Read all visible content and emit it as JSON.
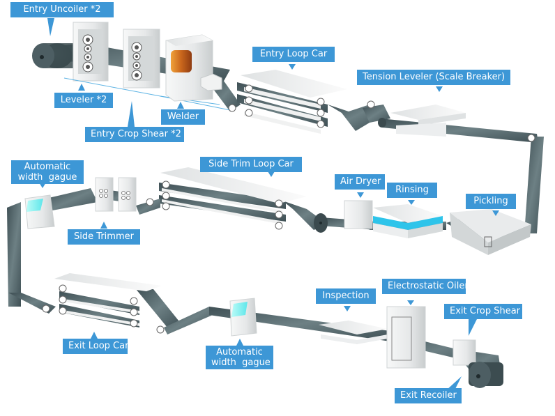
{
  "diagram": {
    "type": "process-flow",
    "subject": "Pickling line equipment layout",
    "colors": {
      "label_bg": "#3d97d6",
      "label_text": "#ffffff",
      "strip": "#4a5b60",
      "machine": "#eef0f1",
      "welder_window": "#d77b24",
      "rinse_water": "#2ec4ea",
      "gauge_screen": "#7ff0ee"
    },
    "labels": {
      "entry_uncoiler": "Entry Uncoiler *2",
      "leveler": "Leveler *2",
      "entry_crop_shear": "Entry Crop Shear *2",
      "welder": "Welder",
      "entry_loop_car": "Entry Loop Car",
      "tension_leveler": "Tension Leveler (Scale Breaker)",
      "pickling": "Pickling",
      "rinsing": "Rinsing",
      "air_dryer": "Air Dryer",
      "side_trim_loop_car": "Side Trim Loop Car",
      "side_trimmer": "Side Trimmer",
      "auto_width_gauge_1_line1": "Automatic",
      "auto_width_gauge_1_line2": "width  gague",
      "exit_loop_car": "Exit Loop Car",
      "auto_width_gauge_2_line1": "Automatic",
      "auto_width_gauge_2_line2": "width  gague",
      "inspection": "Inspection",
      "electrostatic_oiler": "Electrostatic Oiler",
      "exit_crop_shear": "Exit Crop Shear",
      "exit_recoiler": "Exit Recoiler"
    },
    "flow_order": [
      "Entry Uncoiler *2",
      "Leveler *2",
      "Entry Crop Shear *2",
      "Welder",
      "Entry Loop Car",
      "Tension Leveler (Scale Breaker)",
      "Pickling",
      "Rinsing",
      "Air Dryer",
      "Side Trim Loop Car",
      "Side Trimmer",
      "Automatic width gague",
      "Exit Loop Car",
      "Automatic width gague",
      "Inspection",
      "Electrostatic Oiler",
      "Exit Crop Shear",
      "Exit Recoiler"
    ]
  }
}
